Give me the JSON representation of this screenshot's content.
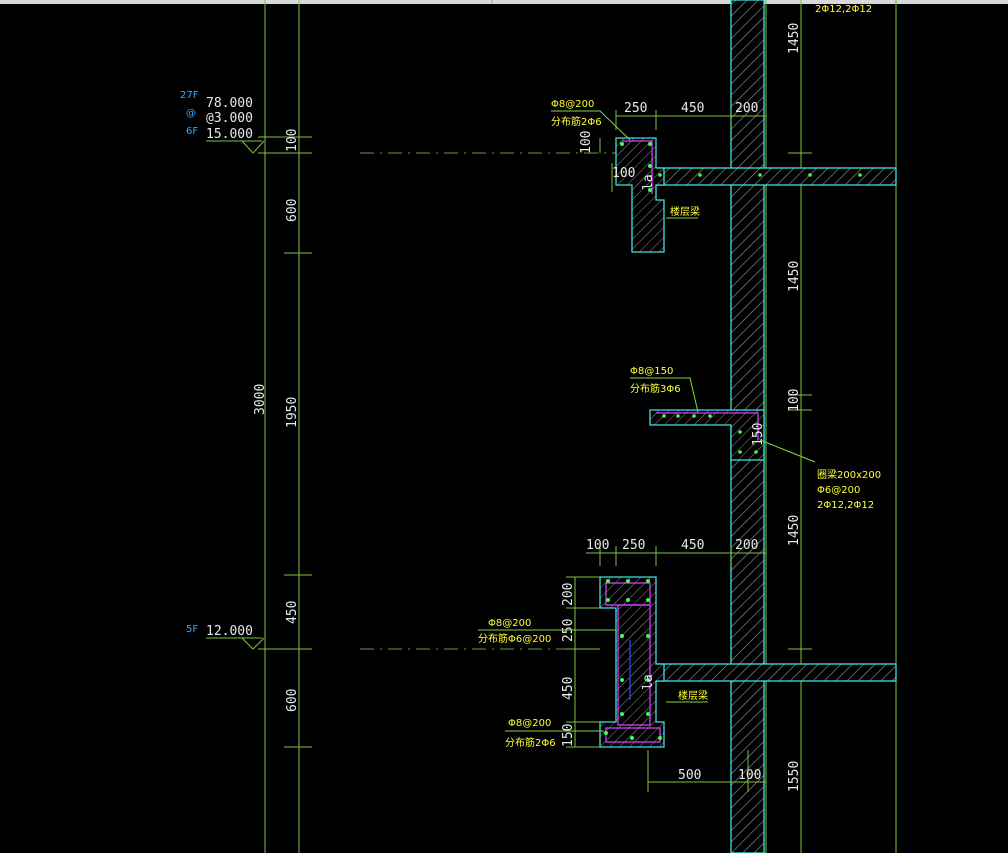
{
  "levels": {
    "top_floor": "27F",
    "at_symbol": "@",
    "mid_floor": "6F",
    "top_elev": "78.000",
    "spacing": "@3.000",
    "mid_elev": "15.000",
    "low_floor": "5F",
    "low_elev": "12.000"
  },
  "left_dims": {
    "overall": "3000",
    "seg_100": "100",
    "seg_600_top": "600",
    "seg_1950": "1950",
    "seg_450": "450",
    "seg_600_bottom": "600"
  },
  "top_detail": {
    "rebar_main": "Φ8@200",
    "rebar_dist": "分布筋2Φ6",
    "dim_250": "250",
    "dim_450": "450",
    "dim_200": "200",
    "dim_100_v": "100",
    "dim_100_h": "100",
    "dim_la": "la",
    "floor_beam": "楼层梁"
  },
  "mid_detail": {
    "rebar_main": "Φ8@150",
    "rebar_dist": "分布筋3Φ6",
    "dim_150": "150",
    "beam_size": "圈梁200x200",
    "beam_stirrup": "Φ6@200",
    "beam_bars": "2Φ12,2Φ12"
  },
  "bottom_detail": {
    "dim_100": "100",
    "dim_250": "250",
    "dim_450": "450",
    "dim_200": "200",
    "v_200": "200",
    "v_250": "250",
    "v_450": "450",
    "v_150": "150",
    "rebar_a": "Φ8@200",
    "rebar_a_dist": "分布筋Φ6@200",
    "rebar_b": "Φ8@200",
    "rebar_b_dist": "分布筋2Φ6",
    "dim_la": "la",
    "floor_beam": "楼层梁",
    "dim_500": "500",
    "dim_100_b": "100"
  },
  "right_dims": {
    "top_partial": "2Φ12,2Φ12",
    "d1450_a": "1450",
    "d1450_b": "1450",
    "d100": "100",
    "d1450_c": "1450",
    "d1550": "1550"
  },
  "colors": {
    "background": "#000000",
    "grid_line": "#7fbf3f",
    "concrete_outline": "#3fe0e0",
    "rebar": "#d23cff",
    "rebar_dot": "#39ff4d",
    "dimension_text": "#e8e8e8",
    "floor_label": "#35a6ff",
    "note_text": "#ffff33"
  }
}
